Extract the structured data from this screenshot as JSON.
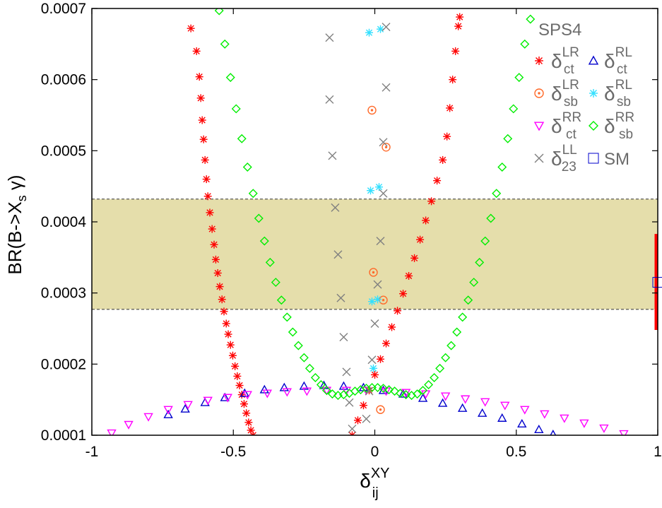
{
  "chart_data": {
    "type": "scatter",
    "title": "",
    "xlabel": {
      "base": "δ",
      "sup": "XY",
      "sub": "ij"
    },
    "ylabel": {
      "text": "BR(B->X",
      "sub": "s",
      "tail": " γ)"
    },
    "xlim": [
      -1,
      1
    ],
    "ylim": [
      0.0001,
      0.0007
    ],
    "x_ticks": [
      {
        "v": -1,
        "label": "-1"
      },
      {
        "v": -0.5,
        "label": "-0.5"
      },
      {
        "v": 0,
        "label": "0"
      },
      {
        "v": 0.5,
        "label": "0.5"
      },
      {
        "v": 1,
        "label": "1"
      }
    ],
    "y_ticks": [
      {
        "v": 0.0001,
        "label": "0.0001"
      },
      {
        "v": 0.0002,
        "label": "0.0002"
      },
      {
        "v": 0.0003,
        "label": "0.0003"
      },
      {
        "v": 0.0004,
        "label": "0.0004"
      },
      {
        "v": 0.0005,
        "label": "0.0005"
      },
      {
        "v": 0.0006,
        "label": "0.0006"
      },
      {
        "v": 0.0007,
        "label": "0.0007"
      }
    ],
    "grid": false,
    "legend_position": "top-right",
    "legend_title": "SPS4",
    "band": {
      "y_low": 0.000277,
      "y_high": 0.000432,
      "color": "#e5deab"
    },
    "sm": {
      "x": 1,
      "y": 0.000315,
      "err_low": 0.000248,
      "err_high": 0.000383,
      "label": "SM",
      "color": "#0000cc",
      "err_color": "#ff0000"
    },
    "series": [
      {
        "name": {
          "base": "δ",
          "sup": "LR",
          "sub": "ct"
        },
        "marker": "star",
        "color": "#ff0000",
        "points": [
          [
            -0.65,
            0.000672
          ],
          [
            -0.63,
            0.00064
          ],
          [
            -0.62,
            0.000604
          ],
          [
            -0.615,
            0.000574
          ],
          [
            -0.61,
            0.000543
          ],
          [
            -0.605,
            0.000516
          ],
          [
            -0.6,
            0.000487
          ],
          [
            -0.595,
            0.00046
          ],
          [
            -0.59,
            0.000436
          ],
          [
            -0.583,
            0.000413
          ],
          [
            -0.575,
            0.00039
          ],
          [
            -0.568,
            0.000368
          ],
          [
            -0.562,
            0.000347
          ],
          [
            -0.555,
            0.000328
          ],
          [
            -0.548,
            0.000309
          ],
          [
            -0.54,
            0.000291
          ],
          [
            -0.533,
            0.000274
          ],
          [
            -0.525,
            0.000257
          ],
          [
            -0.518,
            0.000242
          ],
          [
            -0.51,
            0.000227
          ],
          [
            -0.502,
            0.000212
          ],
          [
            -0.494,
            0.000197
          ],
          [
            -0.486,
            0.000183
          ],
          [
            -0.478,
            0.00017
          ],
          [
            -0.47,
            0.000157
          ],
          [
            -0.462,
            0.000144
          ],
          [
            -0.454,
            0.000131
          ],
          [
            -0.446,
            0.000118
          ],
          [
            -0.438,
            0.000107
          ],
          [
            -0.43,
            0.0001
          ],
          [
            -0.08,
            0.0001
          ],
          [
            -0.06,
            0.000121
          ],
          [
            -0.04,
            0.000142
          ],
          [
            -0.02,
            0.000163
          ],
          [
            0.0,
            0.000185
          ],
          [
            0.02,
            0.000207
          ],
          [
            0.04,
            0.000229
          ],
          [
            0.06,
            0.000252
          ],
          [
            0.08,
            0.000275
          ],
          [
            0.1,
            0.000299
          ],
          [
            0.12,
            0.000324
          ],
          [
            0.14,
            0.000349
          ],
          [
            0.16,
            0.000375
          ],
          [
            0.18,
            0.000402
          ],
          [
            0.2,
            0.000429
          ],
          [
            0.22,
            0.000458
          ],
          [
            0.24,
            0.000487
          ],
          [
            0.255,
            0.00052
          ],
          [
            0.265,
            0.00056
          ],
          [
            0.275,
            0.0006
          ],
          [
            0.285,
            0.00064
          ],
          [
            0.295,
            0.000675
          ],
          [
            0.3,
            0.000688
          ]
        ]
      },
      {
        "name": {
          "base": "δ",
          "sup": "RL",
          "sub": "ct"
        },
        "marker": "triangle-up",
        "color": "#0000cc",
        "points": [
          [
            -0.73,
            0.000129
          ],
          [
            -0.67,
            0.000137
          ],
          [
            -0.6,
            0.000146
          ],
          [
            -0.53,
            0.000153
          ],
          [
            -0.46,
            0.000159
          ],
          [
            -0.39,
            0.000164
          ],
          [
            -0.32,
            0.000167
          ],
          [
            -0.25,
            0.000169
          ],
          [
            -0.18,
            0.00017
          ],
          [
            -0.11,
            0.000169
          ],
          [
            -0.04,
            0.000167
          ],
          [
            0.03,
            0.000163
          ],
          [
            0.1,
            0.000158
          ],
          [
            0.17,
            0.000152
          ],
          [
            0.24,
            0.000145
          ],
          [
            0.31,
            0.000138
          ],
          [
            0.38,
            0.000131
          ],
          [
            0.45,
            0.000124
          ],
          [
            0.52,
            0.000116
          ],
          [
            0.58,
            0.000108
          ],
          [
            0.63,
            0.000101
          ]
        ]
      },
      {
        "name": {
          "base": "δ",
          "sup": "LR",
          "sub": "sb"
        },
        "marker": "circle-dot",
        "color": "#ff6a2a",
        "points": [
          [
            -0.01,
            0.000557
          ],
          [
            0.04,
            0.000505
          ],
          [
            -0.005,
            0.000329
          ],
          [
            0.03,
            0.00029
          ],
          [
            0.02,
            0.000136
          ]
        ]
      },
      {
        "name": {
          "base": "δ",
          "sup": "RL",
          "sub": "sb"
        },
        "marker": "star",
        "color": "#33e0ff",
        "points": [
          [
            -0.02,
            0.000666
          ],
          [
            0.02,
            0.000671
          ],
          [
            -0.015,
            0.000444
          ],
          [
            0.015,
            0.000449
          ],
          [
            -0.01,
            0.000288
          ],
          [
            0.01,
            0.000291
          ],
          [
            -0.005,
            0.000194
          ]
        ]
      },
      {
        "name": {
          "base": "δ",
          "sup": "RR",
          "sub": "ct"
        },
        "marker": "triangle-down",
        "color": "#ff00ff",
        "points": [
          [
            -0.93,
            0.000103
          ],
          [
            -0.87,
            0.000115
          ],
          [
            -0.8,
            0.000126
          ],
          [
            -0.73,
            0.000136
          ],
          [
            -0.66,
            0.000143
          ],
          [
            -0.59,
            0.000149
          ],
          [
            -0.52,
            0.000153
          ],
          [
            -0.45,
            0.000157
          ],
          [
            -0.38,
            0.000159
          ],
          [
            -0.31,
            0.000161
          ],
          [
            -0.24,
            0.000162
          ],
          [
            -0.17,
            0.000163
          ],
          [
            -0.1,
            0.000163
          ],
          [
            -0.03,
            0.000163
          ],
          [
            0.04,
            0.000162
          ],
          [
            0.11,
            0.00016
          ],
          [
            0.18,
            0.000158
          ],
          [
            0.25,
            0.000155
          ],
          [
            0.32,
            0.000151
          ],
          [
            0.39,
            0.000147
          ],
          [
            0.46,
            0.000142
          ],
          [
            0.53,
            0.000136
          ],
          [
            0.6,
            0.00013
          ],
          [
            0.67,
            0.000124
          ],
          [
            0.74,
            0.000117
          ],
          [
            0.81,
            0.00011
          ],
          [
            0.88,
            0.000102
          ]
        ]
      },
      {
        "name": {
          "base": "δ",
          "sup": "RR",
          "sub": "sb"
        },
        "marker": "diamond",
        "color": "#00ee00",
        "points": [
          [
            -0.55,
            0.000697
          ],
          [
            -0.53,
            0.00065
          ],
          [
            -0.51,
            0.000603
          ],
          [
            -0.49,
            0.000559
          ],
          [
            -0.47,
            0.000517
          ],
          [
            -0.45,
            0.000477
          ],
          [
            -0.43,
            0.00044
          ],
          [
            -0.41,
            0.000405
          ],
          [
            -0.39,
            0.000373
          ],
          [
            -0.37,
            0.000343
          ],
          [
            -0.35,
            0.000315
          ],
          [
            -0.33,
            0.00029
          ],
          [
            -0.31,
            0.000266
          ],
          [
            -0.29,
            0.000245
          ],
          [
            -0.27,
            0.000226
          ],
          [
            -0.25,
            0.000209
          ],
          [
            -0.23,
            0.000194
          ],
          [
            -0.21,
            0.000181
          ],
          [
            -0.19,
            0.000171
          ],
          [
            -0.17,
            0.000163
          ],
          [
            -0.15,
            0.000158
          ],
          [
            -0.13,
            0.000156
          ],
          [
            -0.11,
            0.000157
          ],
          [
            -0.09,
            0.000159
          ],
          [
            -0.07,
            0.000162
          ],
          [
            -0.05,
            0.000164
          ],
          [
            -0.03,
            0.000166
          ],
          [
            -0.01,
            0.000167
          ],
          [
            0.01,
            0.000167
          ],
          [
            0.03,
            0.000166
          ],
          [
            0.05,
            0.000164
          ],
          [
            0.07,
            0.000162
          ],
          [
            0.09,
            0.000159
          ],
          [
            0.11,
            0.000157
          ],
          [
            0.13,
            0.000156
          ],
          [
            0.15,
            0.000158
          ],
          [
            0.17,
            0.000163
          ],
          [
            0.19,
            0.000171
          ],
          [
            0.21,
            0.000181
          ],
          [
            0.23,
            0.000194
          ],
          [
            0.25,
            0.000209
          ],
          [
            0.27,
            0.000226
          ],
          [
            0.29,
            0.000245
          ],
          [
            0.31,
            0.000266
          ],
          [
            0.33,
            0.00029
          ],
          [
            0.35,
            0.000315
          ],
          [
            0.37,
            0.000343
          ],
          [
            0.39,
            0.000373
          ],
          [
            0.41,
            0.000405
          ],
          [
            0.43,
            0.00044
          ],
          [
            0.45,
            0.000477
          ],
          [
            0.47,
            0.000517
          ],
          [
            0.49,
            0.000559
          ],
          [
            0.51,
            0.000603
          ],
          [
            0.53,
            0.00065
          ],
          [
            0.55,
            0.000685
          ]
        ]
      },
      {
        "name": {
          "base": "δ",
          "sup": "LL",
          "sub": "23"
        },
        "marker": "cross",
        "color": "#808080",
        "points": [
          [
            -0.16,
            0.000659
          ],
          [
            -0.16,
            0.000572
          ],
          [
            -0.15,
            0.000493
          ],
          [
            -0.14,
            0.00042
          ],
          [
            -0.13,
            0.000354
          ],
          [
            -0.12,
            0.000293
          ],
          [
            -0.11,
            0.000238
          ],
          [
            -0.1,
            0.000189
          ],
          [
            -0.09,
            0.000146
          ],
          [
            -0.08,
            0.000109
          ],
          [
            0.04,
            0.000674
          ],
          [
            0.04,
            0.000589
          ],
          [
            0.03,
            0.000512
          ],
          [
            0.03,
            0.00044
          ],
          [
            0.02,
            0.000373
          ],
          [
            0.01,
            0.000312
          ],
          [
            0.0,
            0.000257
          ],
          [
            -0.01,
            0.000206
          ],
          [
            -0.02,
            0.000162
          ],
          [
            -0.03,
            0.000123
          ]
        ]
      }
    ]
  }
}
